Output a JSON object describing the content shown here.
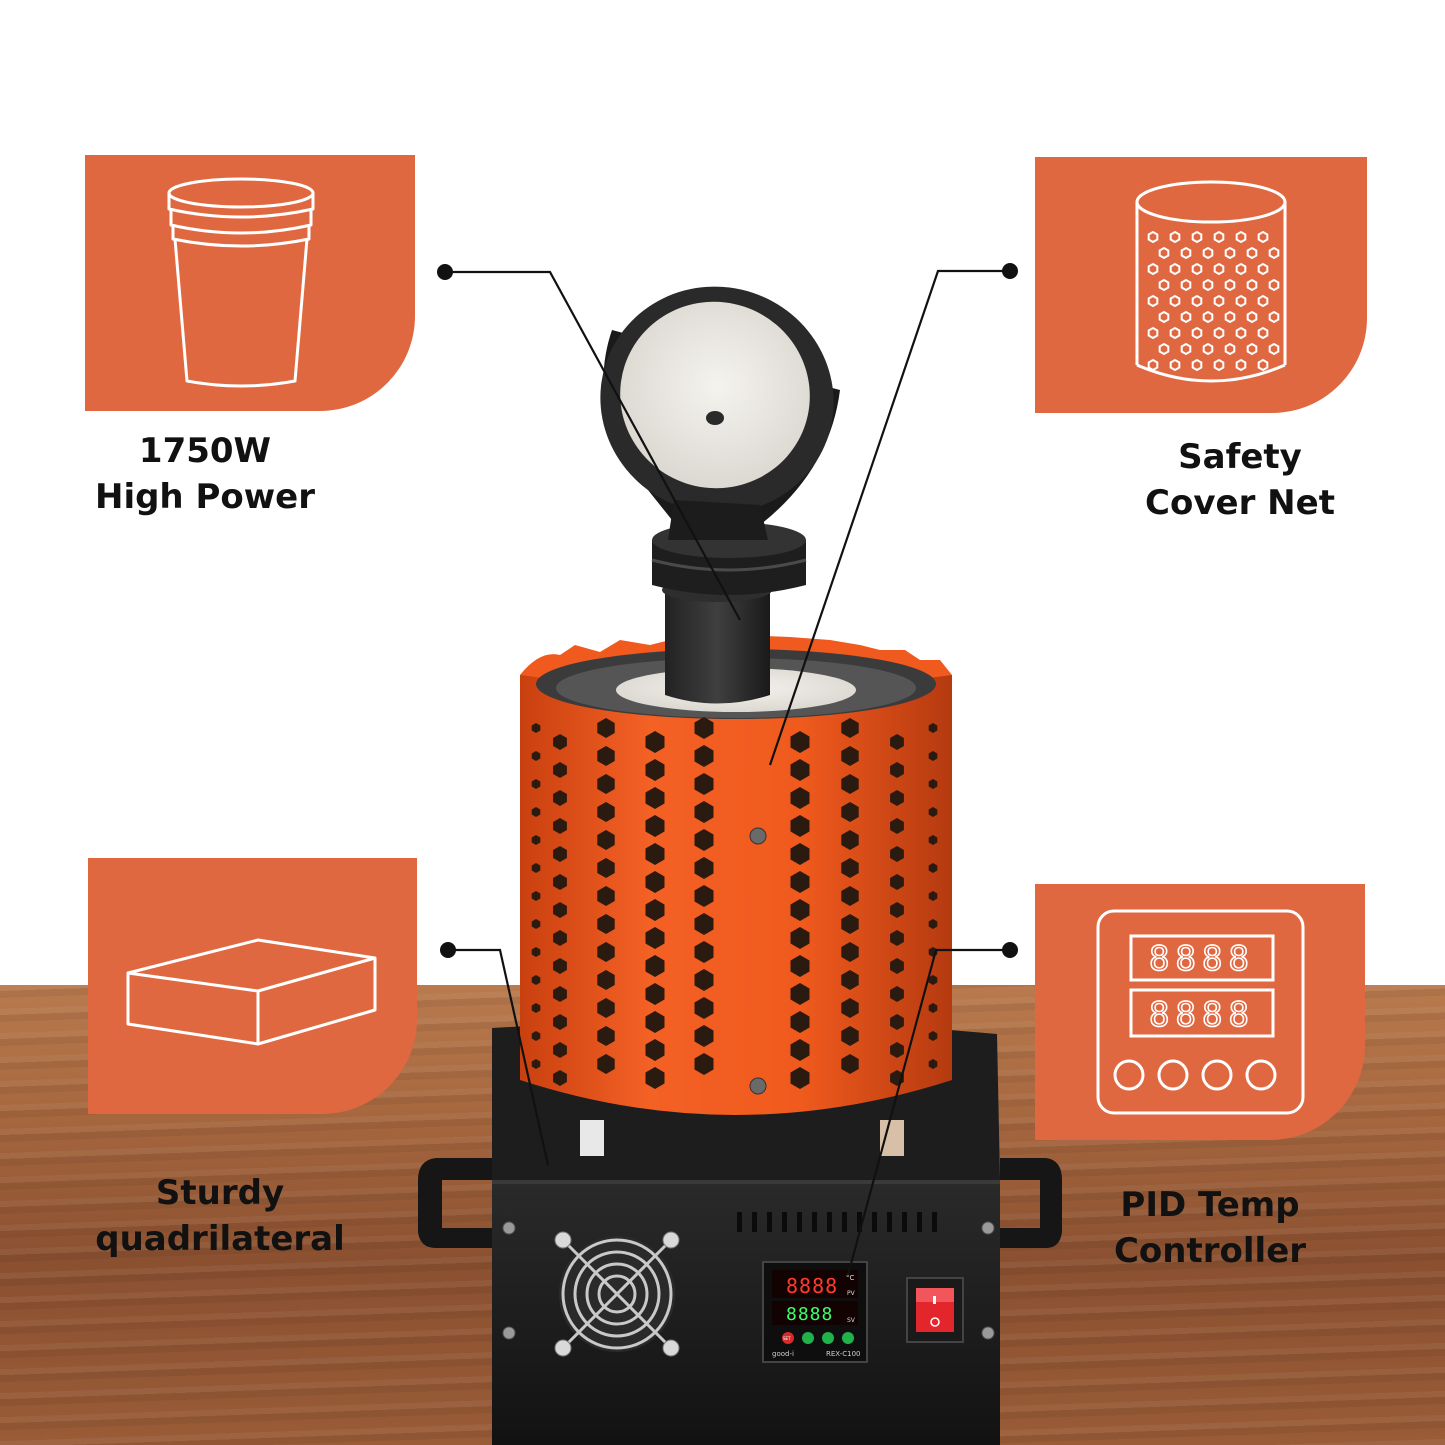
{
  "features": [
    {
      "id": "power",
      "line1": "1750W",
      "line2": "High Power",
      "icon": "cups-icon"
    },
    {
      "id": "cover",
      "line1": "Safety",
      "line2": "Cover Net",
      "icon": "perforated-cylinder-icon"
    },
    {
      "id": "base",
      "line1": "Sturdy",
      "line2": "quadrilateral",
      "icon": "box-icon"
    },
    {
      "id": "controller",
      "line1": "PID Temp",
      "line2": "Controller",
      "icon": "digital-display-icon"
    }
  ],
  "controller_panel": {
    "brand": "good-i",
    "model": "REX-C100",
    "digits_pv": "8888",
    "digits_sv": "8888",
    "pv_tag": "PV",
    "sv_tag": "SV",
    "unit": "°C",
    "set_key": "SET"
  },
  "icon_display": {
    "row1": "8888",
    "row2": "8888"
  },
  "colors": {
    "card_orange": "#e06841",
    "shell_orange": "#ef5a1f",
    "body_black": "#1c1c1c",
    "switch_red": "#e3262c"
  }
}
